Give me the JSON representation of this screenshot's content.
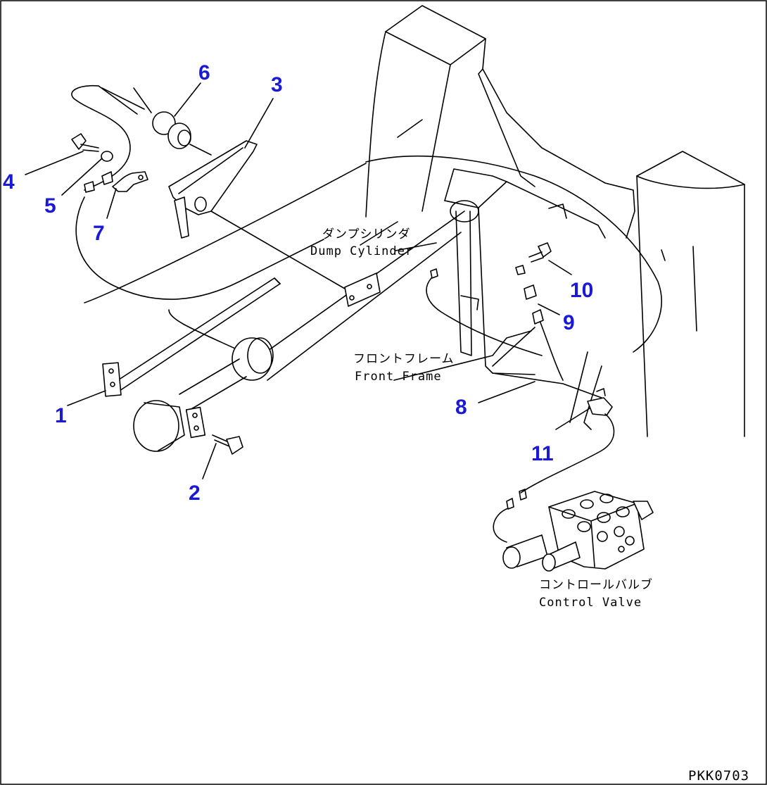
{
  "callouts": [
    "1",
    "2",
    "3",
    "4",
    "5",
    "6",
    "7",
    "8",
    "9",
    "10",
    "11"
  ],
  "labels": {
    "dump_cylinder_jp": "ダンプシリンダ",
    "dump_cylinder_en": "Dump Cylinder",
    "front_frame_jp": "フロントフレーム",
    "front_frame_en": "Front Frame",
    "control_valve_jp": "コントロールバルブ",
    "control_valve_en": "Control Valve"
  },
  "drawing_code": "PKK0703",
  "colors": {
    "callout": "#1a1ad6",
    "line": "#000000",
    "background": "#ffffff"
  }
}
